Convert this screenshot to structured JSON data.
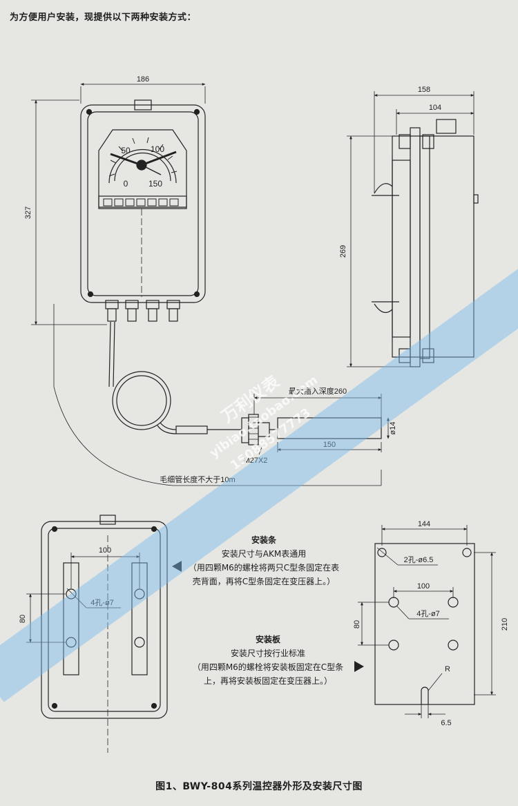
{
  "header": {
    "intro": "为方便用户安装，现提供以下两种安装方式："
  },
  "front_view": {
    "width_dim": "186",
    "height_dim": "327",
    "dial_labels": [
      "50",
      "100",
      "0",
      "150"
    ]
  },
  "side_view": {
    "depth_dim": "158",
    "inner_dim": "104",
    "height_dim": "269"
  },
  "probe": {
    "max_insert": "最大插入深度260",
    "diameter": "ø14",
    "length": "150",
    "thread": "M27X2",
    "capillary": "毛细管长度不大于10m"
  },
  "bracket_view": {
    "spacing_dim": "100",
    "height_dim": "80",
    "holes": "4孔-ø7"
  },
  "plate_view": {
    "width_dim": "144",
    "holes_top": "2孔-ø6.5",
    "spacing_dim": "100",
    "holes": "4孔-ø7",
    "vert_dim": "80",
    "height_dim": "210",
    "radius": "R",
    "slot_dim": "6.5"
  },
  "notes": {
    "strip_title": "安装条",
    "strip_line1": "安装尺寸与AKM表通用",
    "strip_line2": "（用四颗M6的螺栓将两只C型条固定在表",
    "strip_line3": "壳背面，再将C型条固定在变压器上。）",
    "plate_title": "安装板",
    "plate_line1": "安装尺寸按行业标准",
    "plate_line2": "（用四颗M6的螺栓将安装板固定在C型条",
    "plate_line3": "上，再将安装板固定在变压器上。）"
  },
  "watermark": {
    "brand": "万利仪表",
    "url": "yibiao.taobao.com",
    "phone": "15088577773"
  },
  "caption": "图1、BWY-804系列温控器外形及安装尺寸图"
}
